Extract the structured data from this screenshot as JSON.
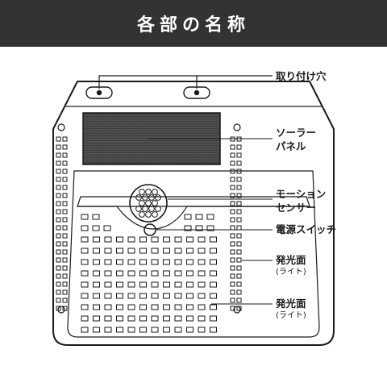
{
  "header": {
    "title": "各部の名称"
  },
  "labels": {
    "mount_hole": "取り付け穴",
    "solar_panel_line1": "ソーラー",
    "solar_panel_line2": "パネル",
    "motion_sensor_line1": "モーション",
    "motion_sensor_line2": "センサー",
    "power_switch": "電源スイッチ",
    "light_surface_1": "発光面",
    "light_surface_1_sub": "(ライト)",
    "light_surface_2": "発光面",
    "light_surface_2_sub": "(ライト)"
  },
  "colors": {
    "header_bg": "#333333",
    "line": "#1a1a1a",
    "solar_panel": "#3a3a3a",
    "background": "#ffffff"
  }
}
